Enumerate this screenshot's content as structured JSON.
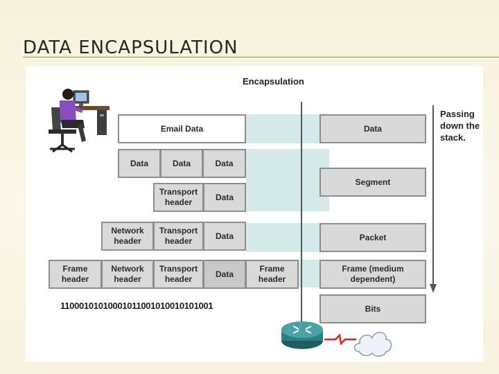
{
  "slide": {
    "title": "DATA ENCAPSULATION"
  },
  "diagram": {
    "title": "Encapsulation",
    "passing": [
      "Passing",
      "down the",
      "stack."
    ],
    "rows": {
      "email_data": "Email Data",
      "data": "Data",
      "transport": [
        "Transport",
        "header"
      ],
      "network": [
        "Network",
        "header"
      ],
      "frame": [
        "Frame",
        "header"
      ],
      "bits": "11000101010001011001010010101001"
    },
    "layers": {
      "data": "Data",
      "segment": "Segment",
      "packet": "Packet",
      "frame": [
        "Frame (medium",
        "dependent)"
      ],
      "bits": "Bits"
    }
  },
  "colors": {
    "shade": "#d4e9ea",
    "box_fill": "#d9d9d9",
    "router": "#2e7f84",
    "cloud": "#eef2f6",
    "zigzag": "#d9261c"
  },
  "icons": [
    "person-at-computer-icon",
    "router-icon",
    "lightning-link-icon",
    "cloud-icon"
  ]
}
